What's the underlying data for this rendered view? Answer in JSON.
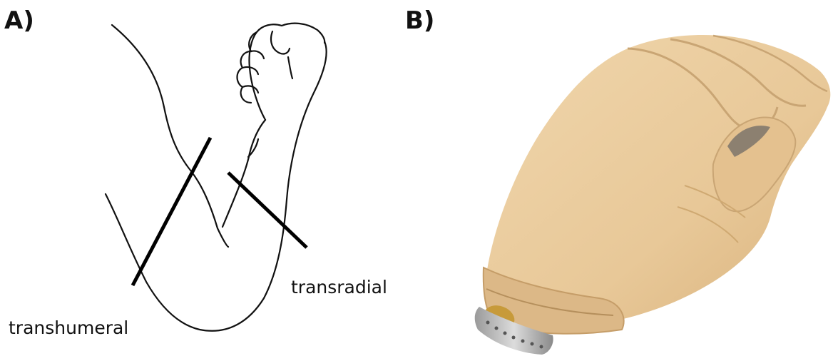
{
  "panel_a": {
    "label": "A)",
    "annotations": {
      "transradial": "transradial",
      "transhumeral": "transhumeral"
    }
  },
  "panel_b": {
    "label": "B)"
  },
  "colors": {
    "outline": "#111111",
    "cut_line": "#000000",
    "hand_skin": "#ecd0a4",
    "hand_shadow": "#c9a574",
    "wrist_metal": "#b9b9b9",
    "wrist_gold": "#c79a3a"
  }
}
